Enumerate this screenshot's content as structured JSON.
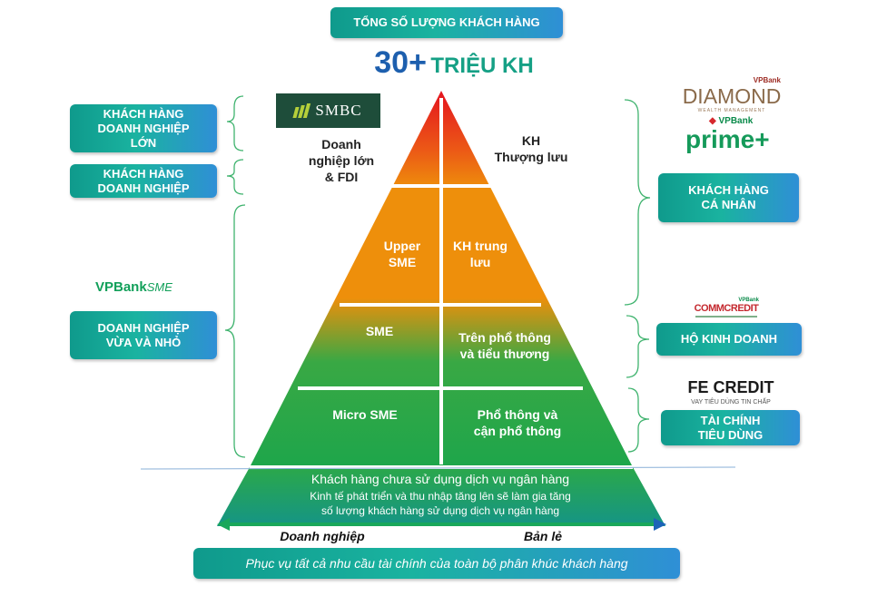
{
  "header": {
    "total_label": "TỔNG SỐ LƯỢNG KHÁCH HÀNG",
    "total_number": "30+",
    "total_unit": "TRIỆU KH"
  },
  "left_segments": {
    "large_corporate": "KHÁCH HÀNG\nDOANH NGHIỆP\nLỚN",
    "corporate": "KHÁCH HÀNG\nDOANH NGHIỆP",
    "sme": "DOANH NGHIỆP\nVỪA VÀ NHỎ"
  },
  "right_segments": {
    "individual": "KHÁCH HÀNG\nCÁ NHÂN",
    "household": "HỘ KINH DOANH",
    "consumer_finance": "TÀI CHÍNH\nTIÊU DÙNG"
  },
  "brands": {
    "smbc": "SMBC",
    "vpbank_sme_main": "VPBank",
    "vpbank_sme_suffix": "SME",
    "diamond_vpbank": "VPBank",
    "diamond": "DIAMOND",
    "diamond_sub": "WEALTH MANAGEMENT",
    "prime_vpbank": "VPBank",
    "prime": "prime+",
    "commcredit": "COMMCREDIT",
    "commcredit_vpbank": "VPBank",
    "fe_credit": "FE CREDIT",
    "fe_credit_tagline": "VAY TIÊU DÙNG TIN CHẤP"
  },
  "pyramid": {
    "top_left": "Doanh\nnghiệp lớn\n& FDI",
    "top_right": "KH\nThượng lưu",
    "upper_left": "Upper\nSME",
    "upper_right": "KH trung\nlưu",
    "mid_left": "SME",
    "mid_right": "Trên phổ thông\nvà tiểu thương",
    "low_left": "Micro SME",
    "low_right": "Phổ thông và\ncận phổ thông",
    "base_title": "Khách hàng chưa sử dụng dịch vụ ngân hàng",
    "base_line1": "Kinh tế phát triển và thu nhập tăng lên sẽ làm gia tăng",
    "base_line2": "số lượng khách hàng sử dụng dịch vụ ngân hàng"
  },
  "axis": {
    "left": "Doanh nghiệp",
    "right": "Bản lẻ"
  },
  "footer": "Phục vụ tất cả nhu cầu tài chính của toàn bộ phân khúc khách hàng",
  "colors": {
    "red": "#e8231f",
    "orange": "#ec8a0c",
    "green": "#1faa4b",
    "teal": "#14a58f",
    "blue": "#1c63b8"
  }
}
